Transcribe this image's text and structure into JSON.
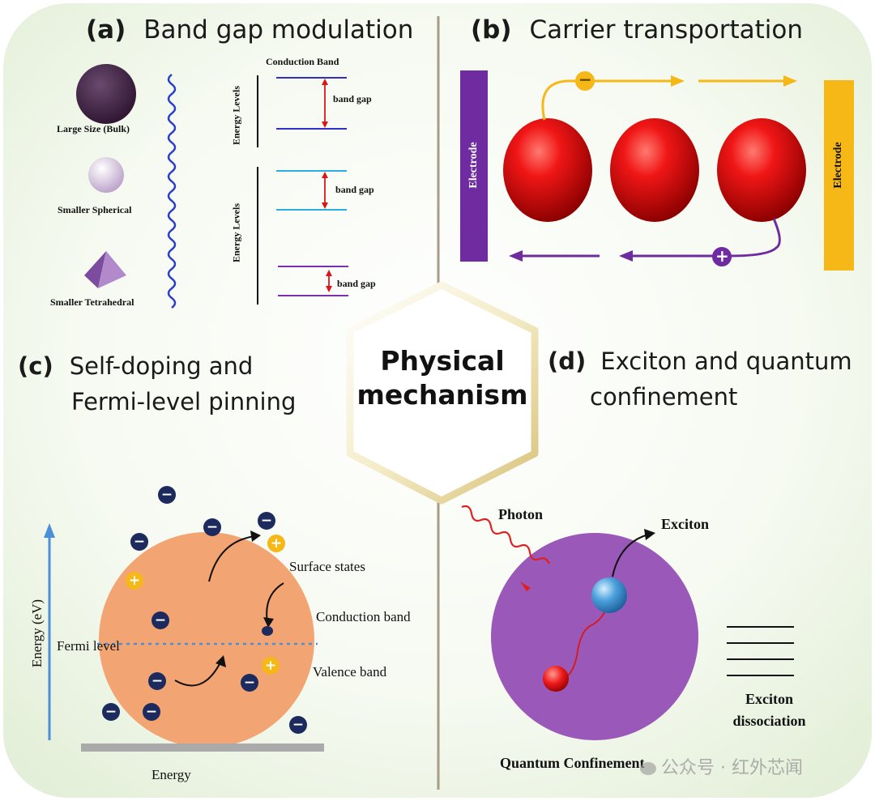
{
  "panels": {
    "a": {
      "letter": "(a)",
      "title": "Band gap modulation",
      "conduction_band": "Conduction Band",
      "sizes": [
        "Large Size (Bulk)",
        "Smaller Spherical",
        "Smaller Tetrahedral"
      ],
      "energy_levels": "Energy Levels",
      "band_gap": "band gap"
    },
    "b": {
      "letter": "(b)",
      "title": "Carrier transportation",
      "electrode_left": "Electrode",
      "electrode_right": "Electrode",
      "minus": "−",
      "plus": "+"
    },
    "c": {
      "letter": "(c)",
      "title_line1": "Self-doping and",
      "title_line2": "Fermi-level pinning",
      "energy_axis": "Energy (eV)",
      "fermi_level": "Fermi level",
      "surface_states": "Surface states",
      "conduction_band": "Conduction band",
      "valence_band": "Valence band",
      "energy": "Energy",
      "minus": "−",
      "plus": "+"
    },
    "d": {
      "letter": "(d)",
      "title_line1": "Exciton and quantum",
      "title_line2": "confinement",
      "photon": "Photon",
      "exciton": "Exciton",
      "exciton_dissociation_1": "Exciton",
      "exciton_dissociation_2": "dissociation",
      "quantum_confinement": "Quantum Confinement"
    }
  },
  "center": {
    "line1": "Physical",
    "line2": "mechanism"
  },
  "watermark": "公众号 · 红外芯闻",
  "colors": {
    "panel_bg": "#eef6e6",
    "divider": "#a89c86",
    "electrode_purple": "#6f2ba0",
    "electrode_yellow": "#f6b817",
    "sphere_red": "#e01010",
    "orange_sphere": "#f2a472",
    "purple_sphere": "#9a58b8",
    "navy": "#1c2a5e",
    "yellow": "#f6b817"
  }
}
